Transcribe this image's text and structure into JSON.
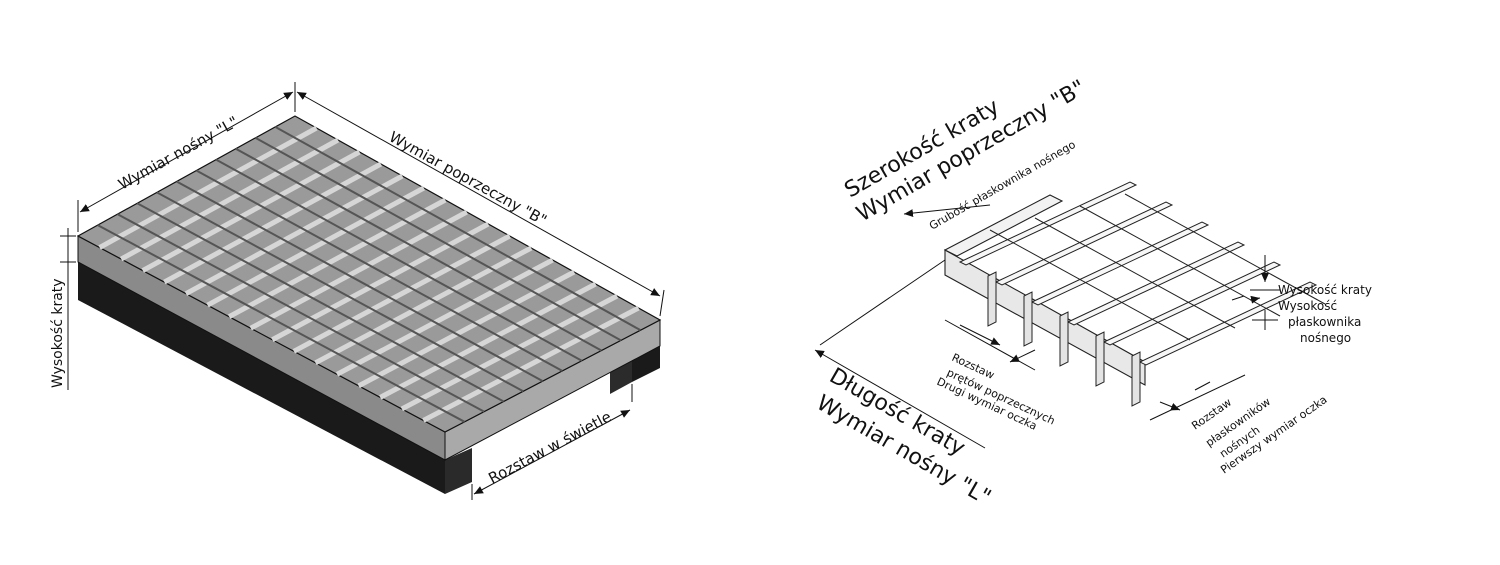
{
  "left_diagram": {
    "label_length": "Wymiar nośny \"L\"",
    "label_width": "Wymiar poprzeczny \"B\"",
    "label_height": "Wysokość kraty",
    "label_clear_span": "Rozstaw w świetle"
  },
  "right_diagram": {
    "title_width_line1": "Szerokość kraty",
    "title_width_line2": "Wymiar poprzeczny \"B\"",
    "label_bar_thickness": "Grubość płaskownika nośnego",
    "label_grating_height": "Wysokość kraty",
    "label_bar_height_line1": "Wysokość",
    "label_bar_height_line2": "płaskownika",
    "label_bar_height_line3": "nośnego",
    "label_cross_spacing_line1": "Rozstaw",
    "label_cross_spacing_line2": "prętów poprzecznych",
    "label_cross_spacing_line3": "Drugi wymiar oczka",
    "label_bearing_spacing_line1": "Rozstaw",
    "label_bearing_spacing_line2": "płaskowników",
    "label_bearing_spacing_line3": "nośnych",
    "label_bearing_spacing_line4": "Pierwszy wymiar oczka",
    "title_length_line1": "Długość kraty",
    "title_length_line2": "Wymiar nośny \"L\""
  },
  "colors": {
    "grating_fill": "#9a9a9a",
    "grating_light": "#d6d6d6",
    "support_dark": "#1a1a1a",
    "line": "#111111"
  }
}
